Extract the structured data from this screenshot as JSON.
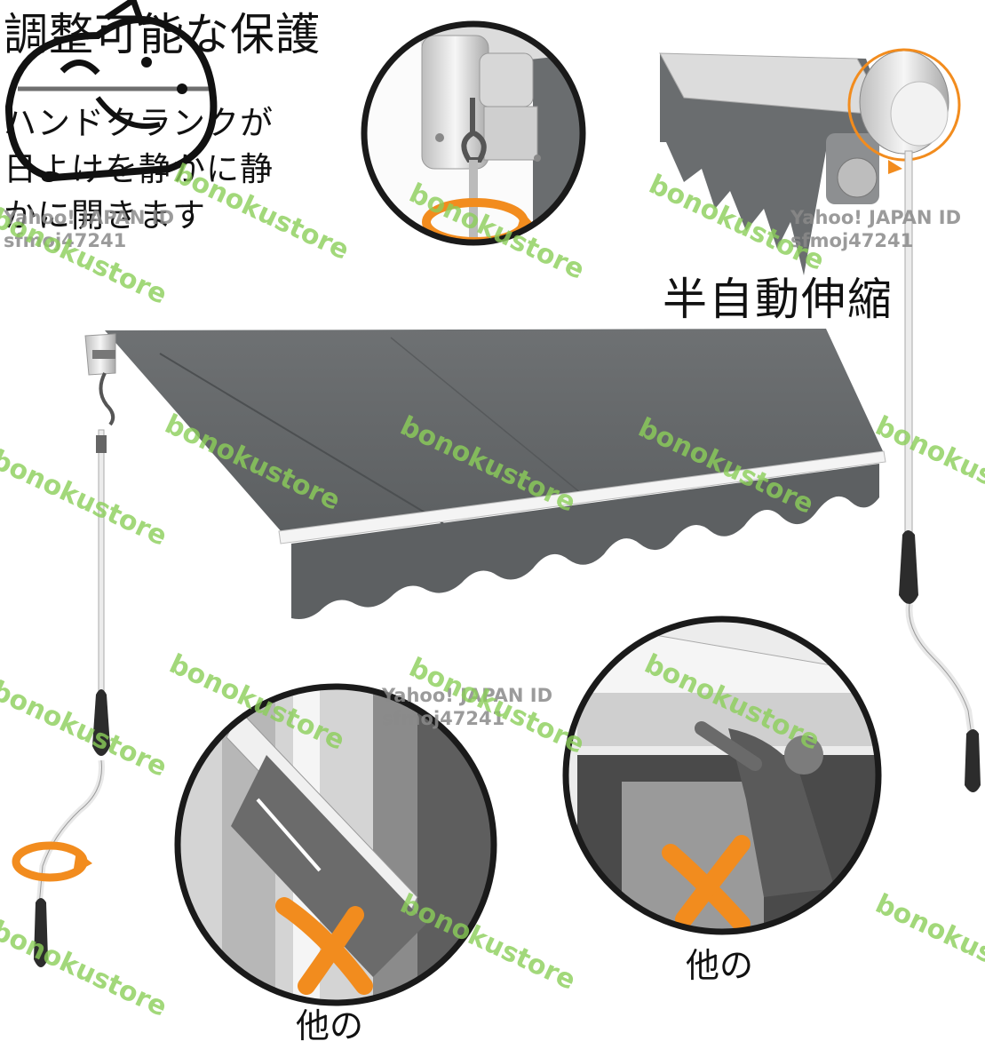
{
  "heading": {
    "title": "調整可能な保護",
    "desc_line1": "ハンドクランクが",
    "desc_line2": "日よけを静かに静",
    "desc_line3": "かに開きます"
  },
  "labels": {
    "semi_auto": "半自動伸縮",
    "other_left": "他の",
    "other_right": "他の"
  },
  "watermarks": [
    "bonokustore",
    "bonokustore",
    "bonokustore",
    "bonokustore",
    "bonokustore",
    "bonokustore",
    "bonokustore",
    "bonokustore",
    "bonokustore",
    "bonokustore",
    "bonokustore",
    "bonokustore",
    "bonokustore",
    "bonokustore",
    "bonokustore",
    "bonokustore"
  ],
  "yahoo_ids": [
    {
      "line1": "Yahoo! JAPAN ID",
      "line2": "sfmoj47241"
    },
    {
      "line1": "Yahoo! JAPAN ID",
      "line2": "sfmoj47241"
    },
    {
      "line1": "Yahoo! JAPAN ID",
      "line2": "sfmoj47241"
    }
  ],
  "colors": {
    "fabric": "#6b6e70",
    "fabric_dark": "#585b5d",
    "frame": "#f2f2f2",
    "accent_orange": "#f28c1e",
    "watermark_green": "#8ccf5a"
  },
  "icons": [
    "rotate-arrow-icon",
    "cross-mark-icon",
    "cartoon-mascot-icon"
  ]
}
